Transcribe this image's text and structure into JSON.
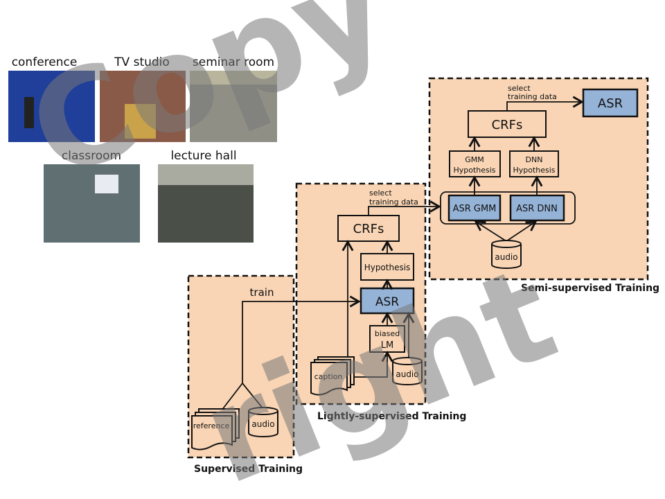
{
  "photos": [
    {
      "label": "conference",
      "color": "#1f3f9a"
    },
    {
      "label": "TV studio",
      "color": "#8a5a48"
    },
    {
      "label": "seminar room",
      "color": "#8f8f86"
    },
    {
      "label": "classroom",
      "color": "#5f6f72"
    },
    {
      "label": "lecture hall",
      "color": "#4a4f48"
    }
  ],
  "supervised": {
    "title": "Supervised Training",
    "train_label": "train",
    "reference": "reference",
    "audio": "audio"
  },
  "lightly": {
    "title": "Lightly-supervised Training",
    "select_line1": "select",
    "select_line2": "training data",
    "crfs": "CRFs",
    "hypothesis": "Hypothesis",
    "asr": "ASR",
    "biased_line1": "biased",
    "biased_line2": "LM",
    "caption": "caption",
    "audio": "audio"
  },
  "semi": {
    "title": "Semi-supervised Training",
    "select_line1": "select",
    "select_line2": "training data",
    "asr": "ASR",
    "crfs": "CRFs",
    "gmm_hyp_line1": "GMM",
    "gmm_hyp_line2": "Hypothesis",
    "dnn_hyp_line1": "DNN",
    "dnn_hyp_line2": "Hypothesis",
    "asr_gmm": "ASR GMM",
    "asr_dnn": "ASR DNN",
    "audio": "audio"
  },
  "colors": {
    "region": "#f9d5b5",
    "asr_blue": "#95b3d7"
  },
  "watermark": {
    "word1": "Copy",
    "word2": "right"
  }
}
